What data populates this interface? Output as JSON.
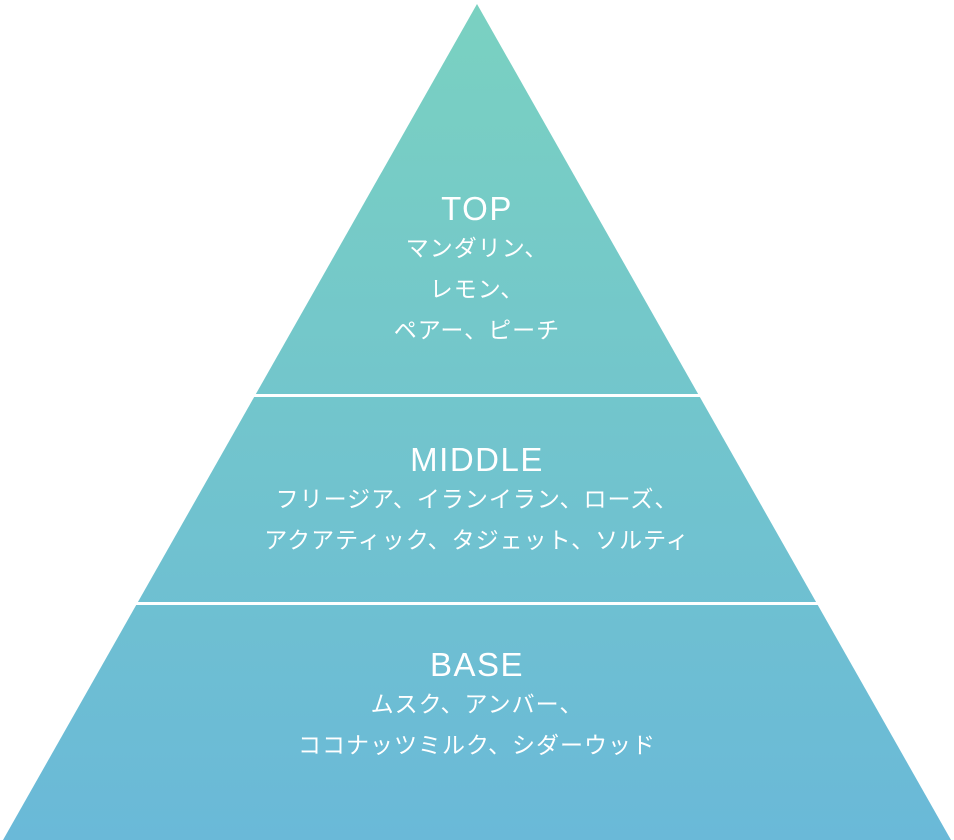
{
  "pyramid": {
    "colors": {
      "top": "#7AD1C1",
      "bottom": "#6AB9D8",
      "divider": "#ffffff"
    },
    "tiers": [
      {
        "title": "TOP",
        "lines": [
          "マンダリン、",
          "レモン、",
          "ペアー、ピーチ"
        ]
      },
      {
        "title": "MIDDLE",
        "lines": [
          "フリージア、イランイラン、ローズ、",
          "アクアティック、タジェット、ソルティ"
        ]
      },
      {
        "title": "BASE",
        "lines": [
          "ムスク、アンバー、",
          "ココナッツミルク、シダーウッド"
        ]
      }
    ]
  }
}
